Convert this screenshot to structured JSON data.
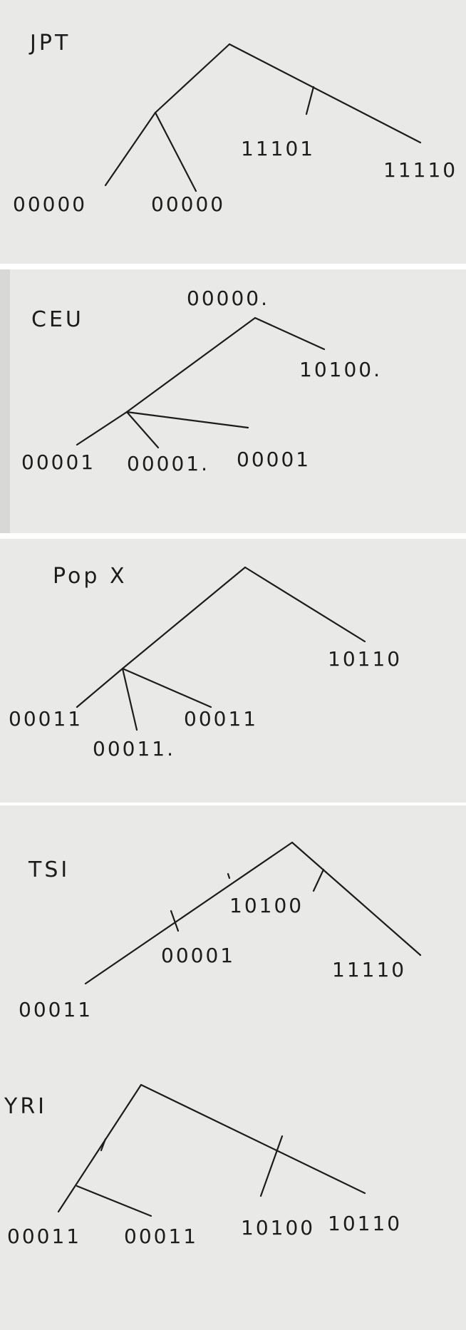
{
  "trees": [
    {
      "population": "JPT",
      "root_label": "",
      "leaves": [
        "00000",
        "00000",
        "11101",
        "11110"
      ]
    },
    {
      "population": "CEU",
      "root_label": "00000.",
      "leaves": [
        "10100.",
        "00001",
        "00001.",
        "00001"
      ]
    },
    {
      "population": "Pop X",
      "root_label": "",
      "leaves": [
        "10110",
        "00011",
        "00011",
        "00011."
      ]
    },
    {
      "population": "TSI",
      "root_label": "",
      "leaves": [
        "10100",
        "00001",
        "11110",
        "00011"
      ]
    },
    {
      "population": "YRI",
      "root_label": "",
      "leaves": [
        "00011",
        "00011",
        "10100",
        "10110"
      ]
    }
  ]
}
